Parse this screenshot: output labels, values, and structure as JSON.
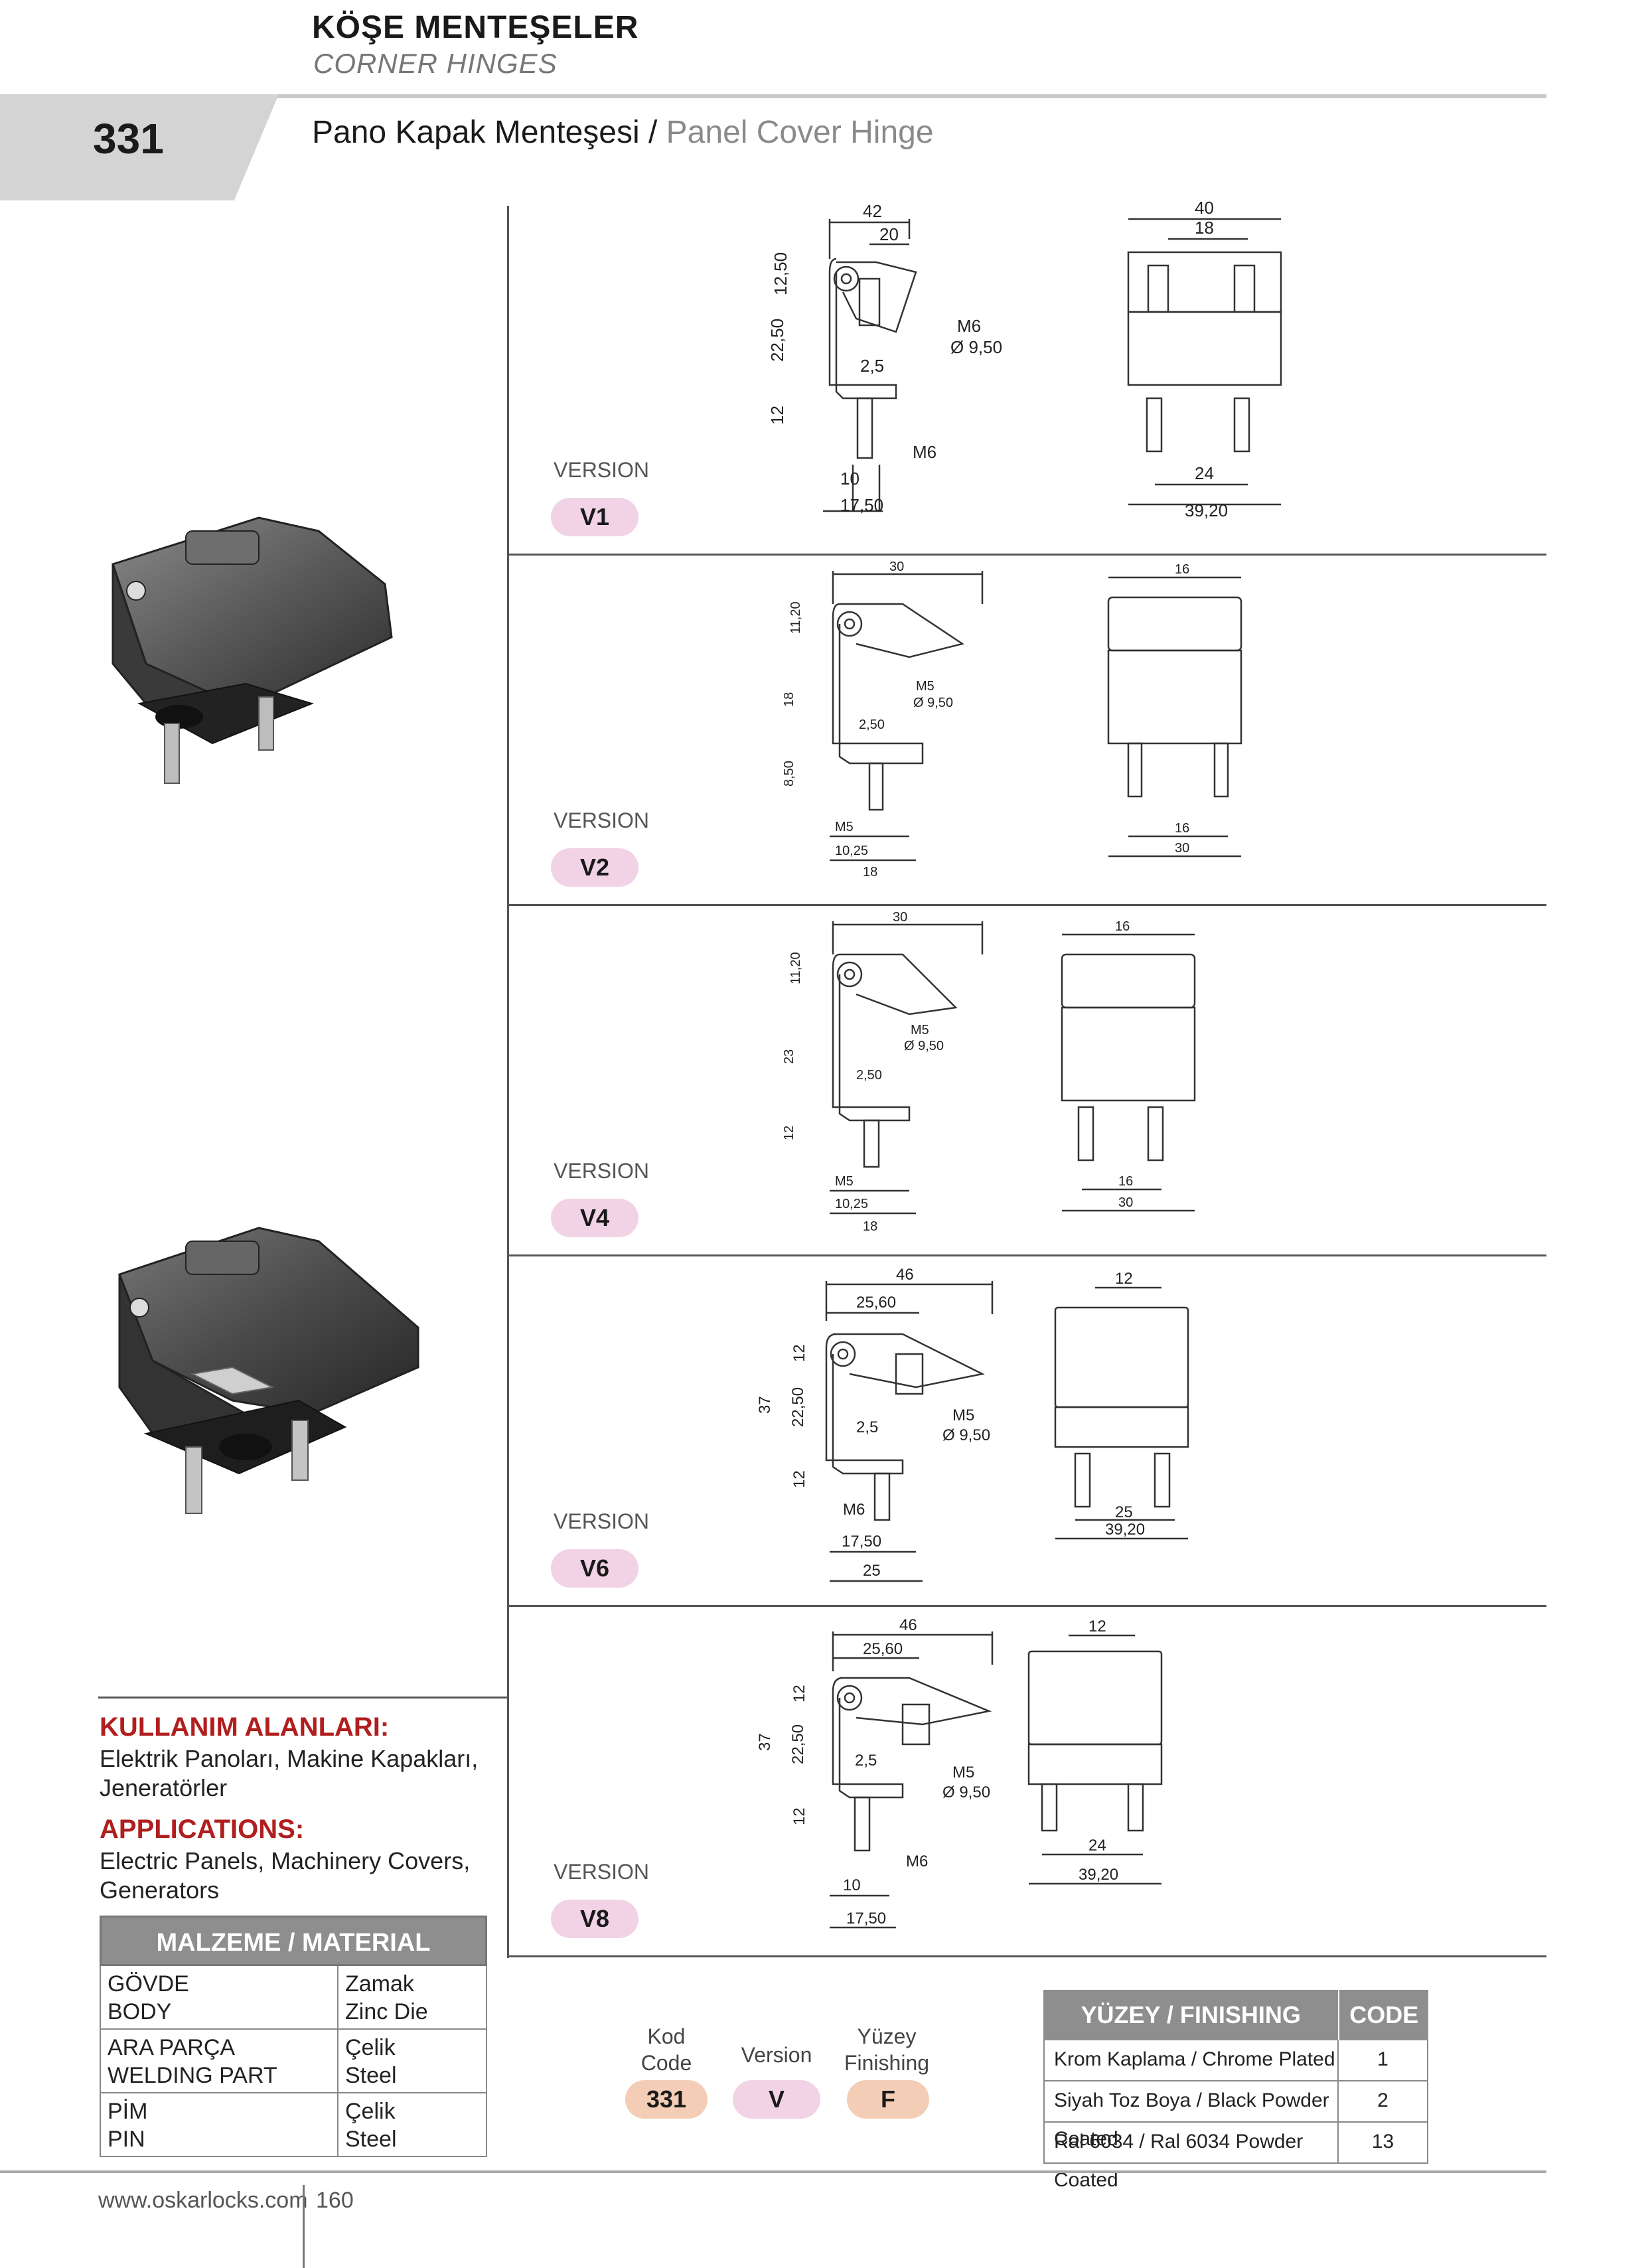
{
  "header": {
    "category_tr": "KÖŞE MENTEŞELER",
    "category_en": "CORNER HINGES",
    "code": "331",
    "title_tr": "Pano Kapak Menteşesi /",
    "title_en": "Panel Cover Hinge"
  },
  "versions": [
    {
      "label": "VERSION",
      "code": "V1",
      "dims": {
        "a": "42",
        "b": "20",
        "c": "12,50",
        "d": "22,50",
        "e": "12",
        "f": "M6",
        "g": "Ø 9,50",
        "h": "2,5",
        "i": "M6",
        "j": "10",
        "k": "17,50",
        "l": "40",
        "m": "18",
        "n": "24",
        "o": "39,20"
      }
    },
    {
      "label": "VERSION",
      "code": "V2",
      "dims": {
        "a": "30",
        "c": "11,20",
        "d": "18",
        "e": "8,50",
        "f": "M5",
        "g": "Ø 9,50",
        "h": "2,50",
        "i": "M5",
        "j": "10,25",
        "k": "18",
        "l": "16",
        "n": "16",
        "o": "30"
      }
    },
    {
      "label": "VERSION",
      "code": "V4",
      "dims": {
        "a": "30",
        "c": "11,20",
        "d": "23",
        "e": "12",
        "f": "M5",
        "g": "Ø 9,50",
        "h": "2,50",
        "i": "M5",
        "j": "10,25",
        "k": "18",
        "l": "16",
        "n": "16",
        "o": "30"
      }
    },
    {
      "label": "VERSION",
      "code": "V6",
      "dims": {
        "a": "46",
        "b": "25,60",
        "c": "12",
        "d": "22,50",
        "e": "12",
        "t": "37",
        "f": "M5",
        "g": "Ø 9,50",
        "h": "2,5",
        "i": "M6",
        "j": "17,50",
        "k": "25",
        "l": "12",
        "n": "25",
        "o": "39,20"
      }
    },
    {
      "label": "VERSION",
      "code": "V8",
      "dims": {
        "a": "46",
        "b": "25,60",
        "c": "12",
        "d": "22,50",
        "e": "12",
        "t": "37",
        "f": "M5",
        "g": "Ø 9,50",
        "h": "2,5",
        "i": "M6",
        "j": "10",
        "k": "17,50",
        "l": "12",
        "n": "24",
        "o": "39,20"
      }
    }
  ],
  "applications": {
    "heading_tr": "KULLANIM ALANLARI:",
    "text_tr": "Elektrik Panoları, Makine Kapakları, Jeneratörler",
    "heading_en": "APPLICATIONS:",
    "text_en": "Electric Panels, Machinery Covers, Generators"
  },
  "material": {
    "heading": "MALZEME / MATERIAL",
    "rows": [
      {
        "part_tr": "GÖVDE",
        "part_en": "BODY",
        "mat_tr": "Zamak",
        "mat_en": "Zinc Die"
      },
      {
        "part_tr": "ARA PARÇA",
        "part_en": "WELDING PART",
        "mat_tr": "Çelik",
        "mat_en": "Steel"
      },
      {
        "part_tr": "PİM",
        "part_en": "PIN",
        "mat_tr": "Çelik",
        "mat_en": "Steel"
      }
    ]
  },
  "ordering": {
    "kod_tr": "Kod",
    "kod_en": "Code",
    "version": "Version",
    "yuzey_tr": "Yüzey",
    "yuzey_en": "Finishing",
    "code_val": "331",
    "version_val": "V",
    "finish_val": "F"
  },
  "finishing": {
    "heading": "YÜZEY / FINISHING",
    "code_heading": "CODE",
    "rows": [
      {
        "name": "Krom Kaplama / Chrome Plated",
        "code": "1"
      },
      {
        "name": "Siyah Toz Boya / Black Powder Coated",
        "code": "2"
      },
      {
        "name": "Ral 6034 / Ral 6034 Powder Coated",
        "code": "13"
      }
    ]
  },
  "footer": {
    "url": "www.oskarlocks.com",
    "page": "160"
  },
  "colors": {
    "accent_red": "#b01e1e",
    "version_pill": "#f2d3e6",
    "code_pill": "#f3cdb5",
    "header_gray": "#8e8e8e"
  }
}
